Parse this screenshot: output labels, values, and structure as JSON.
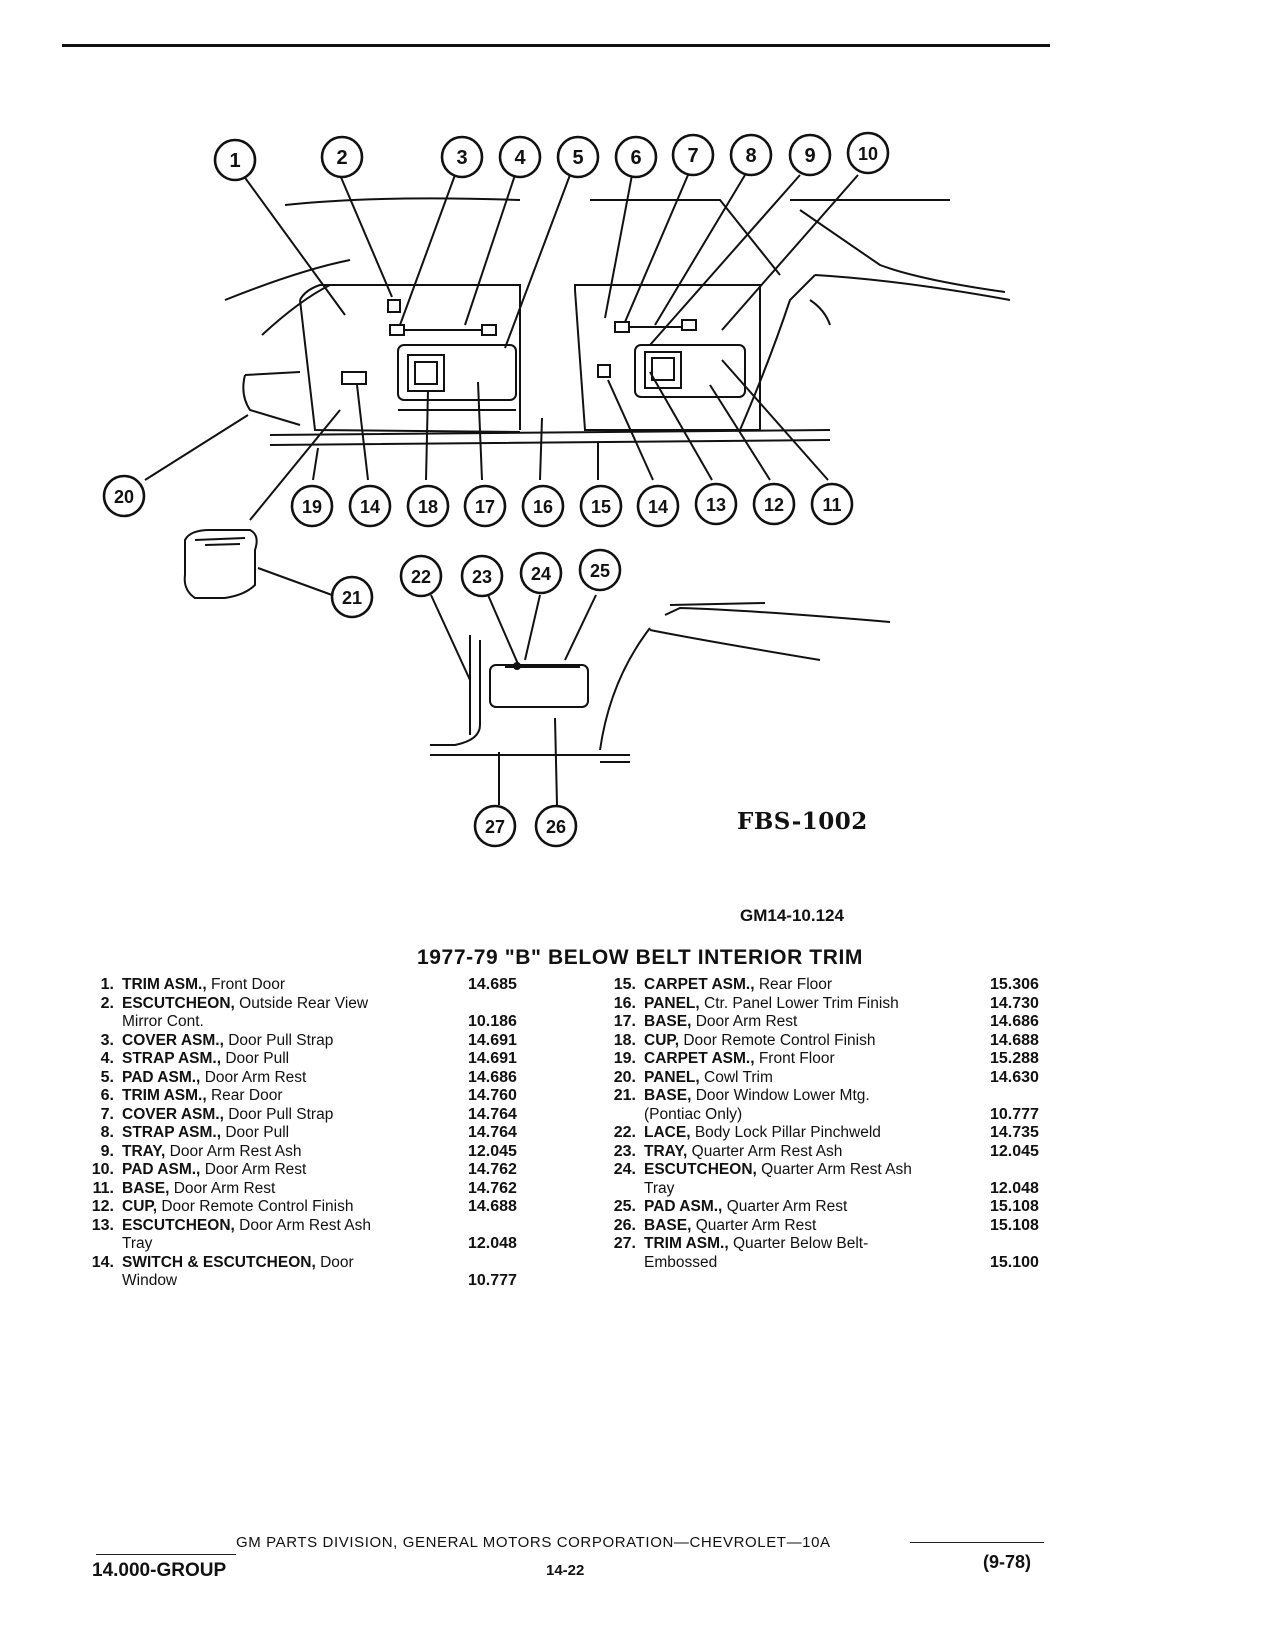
{
  "diagram": {
    "figure_code": "FBS-1002",
    "reference_code": "GM14-10.124",
    "callouts": [
      "1",
      "2",
      "3",
      "4",
      "5",
      "6",
      "7",
      "8",
      "9",
      "10",
      "11",
      "12",
      "13",
      "14",
      "15",
      "16",
      "17",
      "18",
      "19",
      "20",
      "21",
      "22",
      "23",
      "24",
      "25",
      "26",
      "27"
    ]
  },
  "title": "1977-79 \"B\" BELOW BELT INTERIOR TRIM",
  "parts_left": [
    {
      "num": "1.",
      "name": "TRIM ASM.,",
      "desc": "Front Door",
      "cont": "",
      "code": "14.685"
    },
    {
      "num": "2.",
      "name": "ESCUTCHEON,",
      "desc": "Outside Rear View",
      "cont": "Mirror Cont.",
      "code": "10.186"
    },
    {
      "num": "3.",
      "name": "COVER ASM.,",
      "desc": "Door Pull Strap",
      "cont": "",
      "code": "14.691"
    },
    {
      "num": "4.",
      "name": "STRAP ASM.,",
      "desc": "Door Pull",
      "cont": "",
      "code": "14.691"
    },
    {
      "num": "5.",
      "name": "PAD ASM.,",
      "desc": "Door Arm Rest",
      "cont": "",
      "code": "14.686"
    },
    {
      "num": "6.",
      "name": "TRIM ASM.,",
      "desc": "Rear Door",
      "cont": "",
      "code": "14.760"
    },
    {
      "num": "7.",
      "name": "COVER ASM.,",
      "desc": "Door Pull Strap",
      "cont": "",
      "code": "14.764"
    },
    {
      "num": "8.",
      "name": "STRAP ASM.,",
      "desc": "Door Pull",
      "cont": "",
      "code": "14.764"
    },
    {
      "num": "9.",
      "name": "TRAY,",
      "desc": "Door Arm Rest Ash",
      "cont": "",
      "code": "12.045"
    },
    {
      "num": "10.",
      "name": "PAD ASM.,",
      "desc": "Door Arm Rest",
      "cont": "",
      "code": "14.762"
    },
    {
      "num": "11.",
      "name": "BASE,",
      "desc": "Door Arm Rest",
      "cont": "",
      "code": "14.762"
    },
    {
      "num": "12.",
      "name": "CUP,",
      "desc": "Door Remote Control Finish",
      "cont": "",
      "code": "14.688"
    },
    {
      "num": "13.",
      "name": "ESCUTCHEON,",
      "desc": "Door Arm Rest Ash",
      "cont": "Tray",
      "code": "12.048"
    },
    {
      "num": "14.",
      "name": "SWITCH & ESCUTCHEON,",
      "desc": "Door",
      "cont": "Window",
      "code": "10.777"
    }
  ],
  "parts_right": [
    {
      "num": "15.",
      "name": "CARPET ASM.,",
      "desc": "Rear Floor",
      "cont": "",
      "code": "15.306"
    },
    {
      "num": "16.",
      "name": "PANEL,",
      "desc": "Ctr. Panel Lower Trim Finish",
      "cont": "",
      "code": "14.730"
    },
    {
      "num": "17.",
      "name": "BASE,",
      "desc": "Door Arm Rest",
      "cont": "",
      "code": "14.686"
    },
    {
      "num": "18.",
      "name": "CUP,",
      "desc": "Door Remote Control Finish",
      "cont": "",
      "code": "14.688"
    },
    {
      "num": "19.",
      "name": "CARPET ASM.,",
      "desc": "Front Floor",
      "cont": "",
      "code": "15.288"
    },
    {
      "num": "20.",
      "name": "PANEL,",
      "desc": "Cowl Trim",
      "cont": "",
      "code": "14.630"
    },
    {
      "num": "21.",
      "name": "BASE,",
      "desc": "Door Window Lower Mtg.",
      "cont": "(Pontiac Only)",
      "code": "10.777"
    },
    {
      "num": "22.",
      "name": "LACE,",
      "desc": "Body Lock Pillar Pinchweld",
      "cont": "",
      "code": "14.735"
    },
    {
      "num": "23.",
      "name": "TRAY,",
      "desc": "Quarter Arm Rest Ash",
      "cont": "",
      "code": "12.045"
    },
    {
      "num": "24.",
      "name": "ESCUTCHEON,",
      "desc": "Quarter Arm Rest Ash",
      "cont": "Tray",
      "code": "12.048"
    },
    {
      "num": "25.",
      "name": "PAD ASM.,",
      "desc": "Quarter Arm Rest",
      "cont": "",
      "code": "15.108"
    },
    {
      "num": "26.",
      "name": "BASE,",
      "desc": "Quarter Arm Rest",
      "cont": "",
      "code": "15.108"
    },
    {
      "num": "27.",
      "name": "TRIM ASM.,",
      "desc": "Quarter Below Belt-",
      "cont": "Embossed",
      "code": "15.100"
    }
  ],
  "footer": {
    "center": "GM PARTS DIVISION, GENERAL MOTORS CORPORATION—CHEVROLET—10A",
    "group": "14.000-GROUP",
    "page": "14-22",
    "date": "(9-78)"
  }
}
